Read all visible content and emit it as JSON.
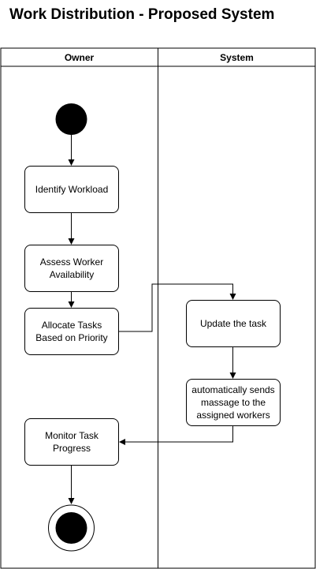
{
  "title": "Work Distribution - Proposed System",
  "lanes": {
    "owner": "Owner",
    "system": "System"
  },
  "nodes": {
    "identify_workload": "Identify Workload",
    "assess_availability": "Assess Worker Availability",
    "allocate_tasks": "Allocate Tasks Based on Priority",
    "update_task": "Update the task",
    "sends_message": "automatically sends massage to the assigned workers",
    "monitor_progress": "Monitor Task Progress"
  }
}
